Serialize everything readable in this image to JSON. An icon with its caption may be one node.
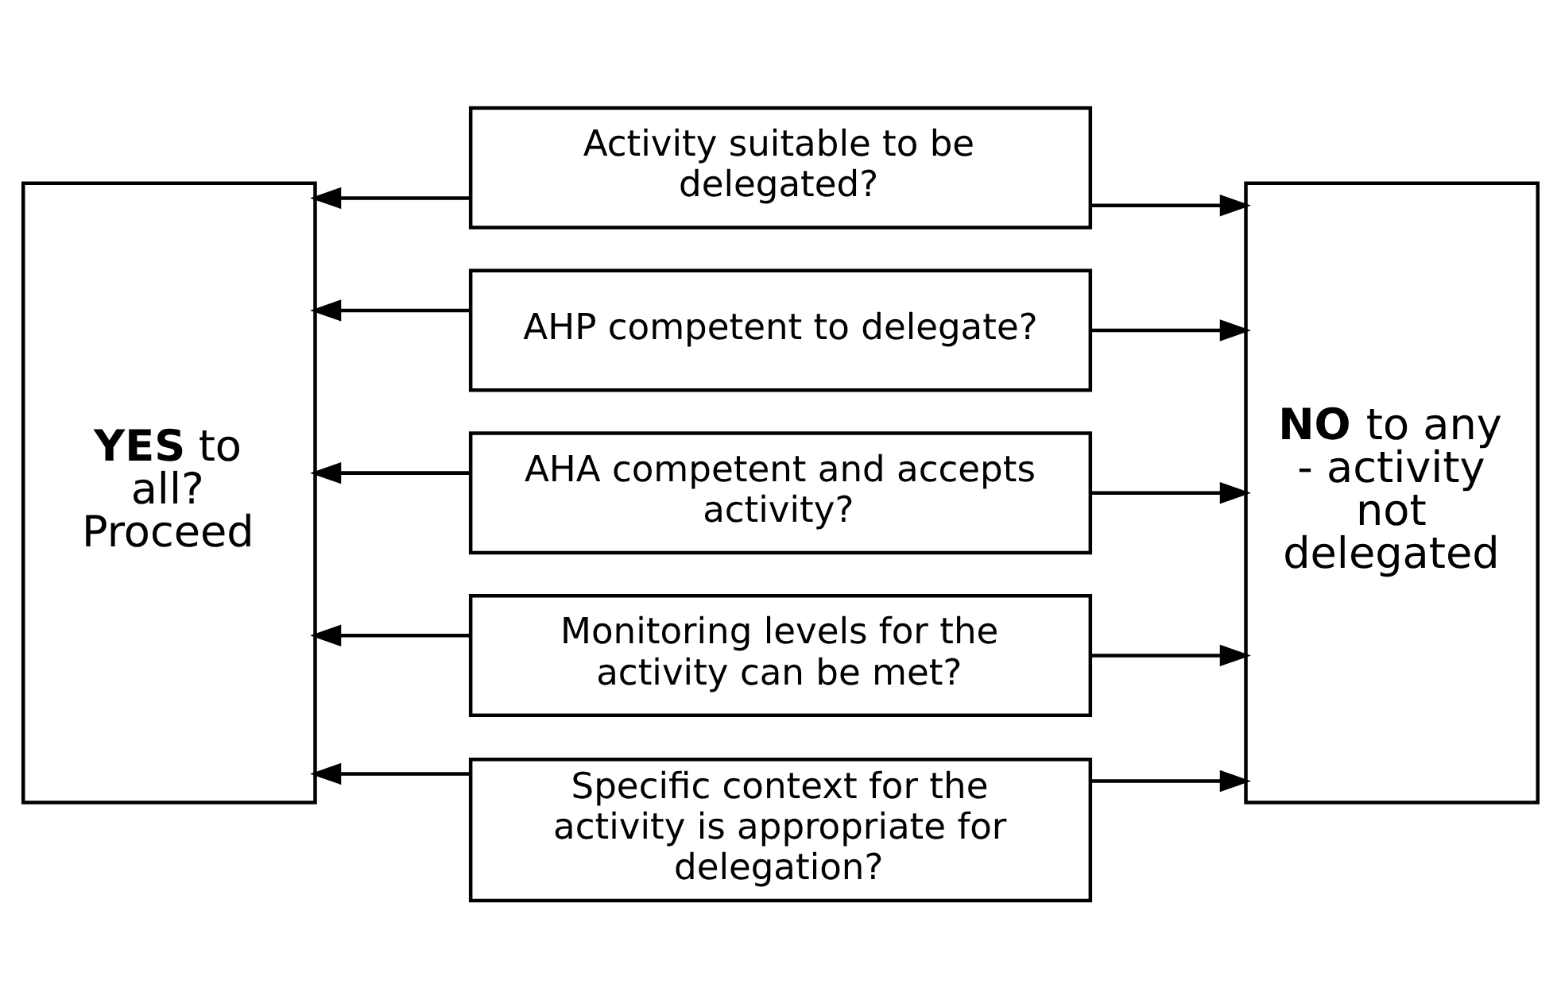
{
  "diagram": {
    "nodes": [
      {
        "text": [
          "Activity suitable to be delegated?"
        ]
      },
      {
        "text": [
          "**YES** to all? Proceed"
        ]
      },
      {
        "text": [
          "AHP competent to delegate?"
        ]
      },
      {
        "text": [
          "AHA competent and accepts activity?"
        ]
      },
      {
        "text": [
          "Monitoring levels for the activity can be met?"
        ]
      },
      {
        "text": [
          "**NO** to any - activity not delegated"
        ]
      },
      {
        "text": [
          "Specific context for the activity is appropriate for delegation?"
        ]
      }
    ],
    "edges": [
      {
        "from": 0,
        "to": 1,
        "arrow": "to"
      },
      {
        "from": 0,
        "to": 5,
        "arrow": "to"
      },
      {
        "from": 2,
        "to": 1,
        "arrow": "to"
      },
      {
        "from": 3,
        "to": 1,
        "arrow": "to"
      },
      {
        "from": 4,
        "to": 1,
        "arrow": "to"
      },
      {
        "from": 2,
        "to": 5,
        "arrow": "to"
      },
      {
        "from": 3,
        "to": 5,
        "arrow": "to"
      },
      {
        "from": 4,
        "to": 5,
        "arrow": "to"
      },
      {
        "from": 6,
        "to": 1,
        "arrow": "to"
      },
      {
        "from": 6,
        "to": 5,
        "arrow": "to"
      }
    ]
  }
}
